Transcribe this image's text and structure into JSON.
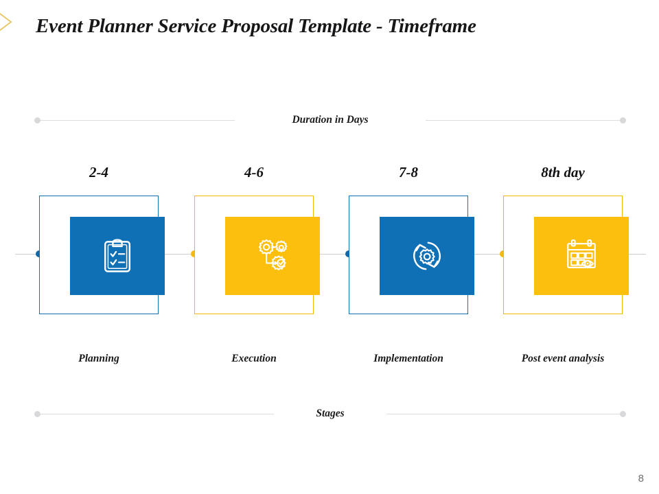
{
  "slide": {
    "title": "Event Planner Service Proposal Template - Timeframe",
    "page_number": "8",
    "accent_blue": "#1070b5",
    "accent_yellow": "#fcbf0d",
    "rule_gray": "#dcdcde"
  },
  "axes": {
    "top_label": "Duration in Days",
    "bottom_label": "Stages"
  },
  "steps": [
    {
      "duration": "2-4",
      "label": "Planning",
      "color": "blue",
      "icon": "clipboard-checklist-icon"
    },
    {
      "duration": "4-6",
      "label": "Execution",
      "color": "yellow",
      "icon": "gears-process-flow-icon"
    },
    {
      "duration": "7-8",
      "label": "Implementation",
      "color": "blue",
      "icon": "gear-refresh-cycle-icon"
    },
    {
      "duration": "8th day",
      "label": "Post event analysis",
      "color": "yellow",
      "icon": "calendar-eye-review-icon"
    }
  ]
}
